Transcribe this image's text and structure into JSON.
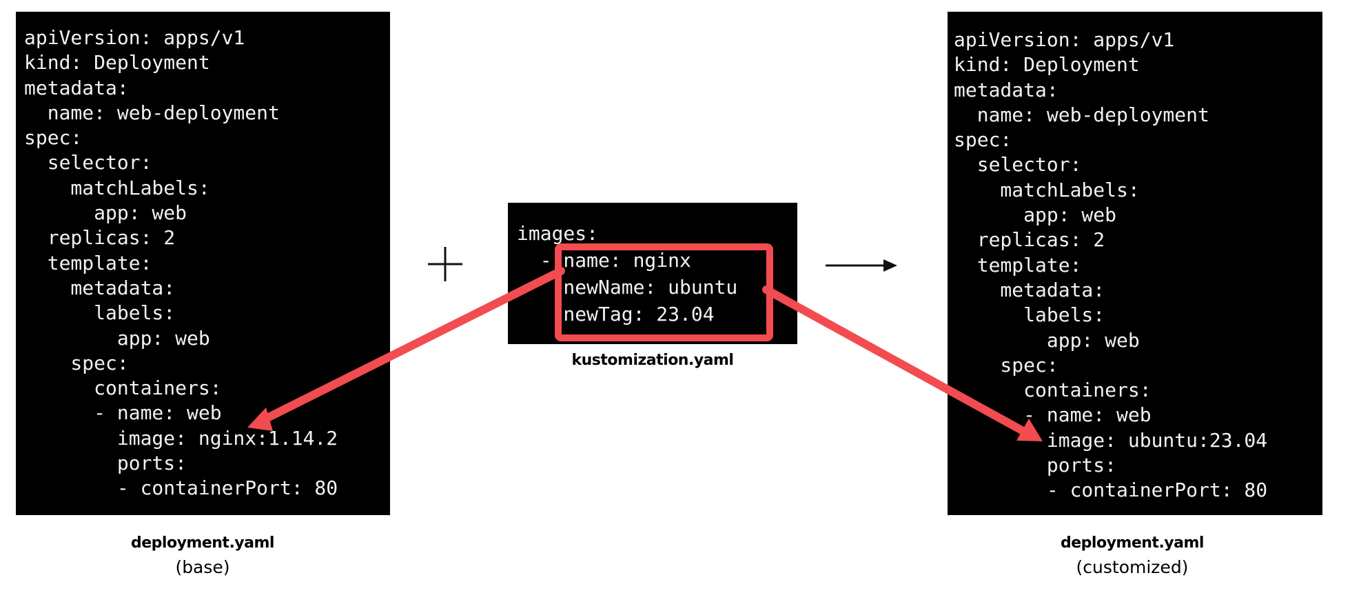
{
  "base": {
    "lines": [
      "apiVersion: apps/v1",
      "kind: Deployment",
      "metadata:",
      "  name: web-deployment",
      "spec:",
      "  selector:",
      "    matchLabels:",
      "      app: web",
      "  replicas: 2",
      "  template:",
      "    metadata:",
      "      labels:",
      "        app: web",
      "    spec:",
      "      containers:",
      "      - name: web",
      "        image: nginx:1.14.2",
      "        ports:",
      "        - containerPort: 80"
    ],
    "filename": "deployment.yaml",
    "subtitle": "(base)"
  },
  "kustomization": {
    "lines": [
      "images:",
      "  - name: nginx",
      "    newName: ubuntu",
      "    newTag: 23.04"
    ],
    "filename": "kustomization.yaml"
  },
  "customized": {
    "lines": [
      "apiVersion: apps/v1",
      "kind: Deployment",
      "metadata:",
      "  name: web-deployment",
      "spec:",
      "  selector:",
      "    matchLabels:",
      "      app: web",
      "  replicas: 2",
      "  template:",
      "    metadata:",
      "      labels:",
      "        app: web",
      "    spec:",
      "      containers:",
      "      - name: web",
      "        image: ubuntu:23.04",
      "        ports:",
      "        - containerPort: 80"
    ],
    "filename": "deployment.yaml",
    "subtitle": "(customized)"
  },
  "symbols": {
    "plus": "+",
    "arrow": "→"
  },
  "colors": {
    "highlight": "#f24c50",
    "panel": "#000000",
    "code_text": "#f2f2f2"
  }
}
